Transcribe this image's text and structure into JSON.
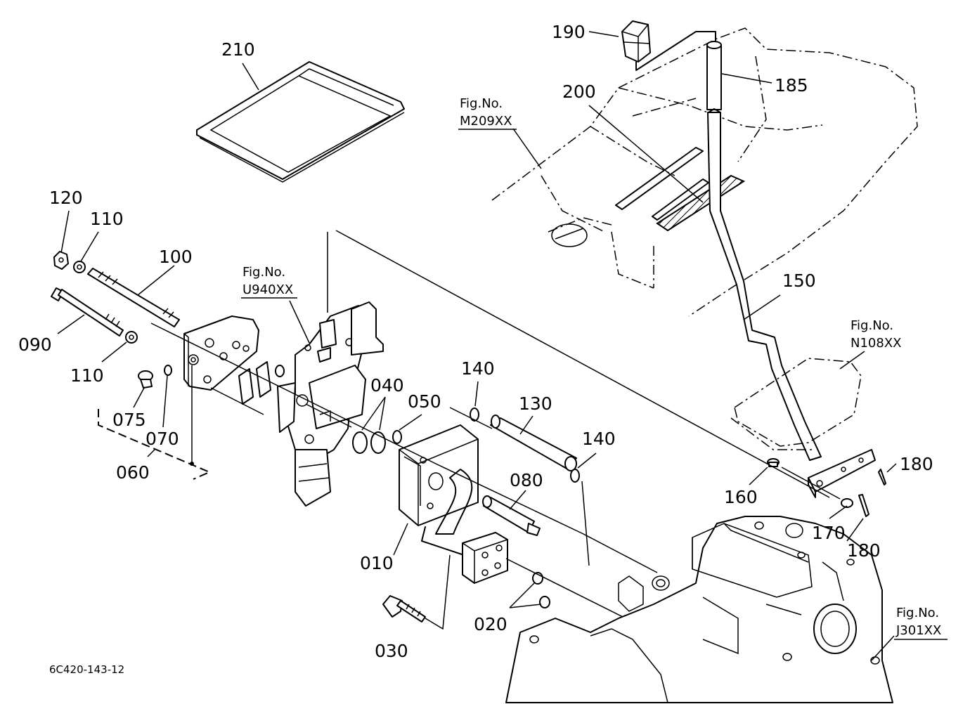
{
  "callouts": [
    {
      "id": "c210",
      "text": "210"
    },
    {
      "id": "c190",
      "text": "190"
    },
    {
      "id": "c185",
      "text": "185"
    },
    {
      "id": "c200",
      "text": "200"
    },
    {
      "id": "c120",
      "text": "120"
    },
    {
      "id": "c110a",
      "text": "110"
    },
    {
      "id": "c100",
      "text": "100"
    },
    {
      "id": "c090",
      "text": "090"
    },
    {
      "id": "c110b",
      "text": "110"
    },
    {
      "id": "c075",
      "text": "075"
    },
    {
      "id": "c070",
      "text": "070"
    },
    {
      "id": "c060",
      "text": "060"
    },
    {
      "id": "c040",
      "text": "040"
    },
    {
      "id": "c050",
      "text": "050"
    },
    {
      "id": "c140a",
      "text": "140"
    },
    {
      "id": "c130",
      "text": "130"
    },
    {
      "id": "c140b",
      "text": "140"
    },
    {
      "id": "c080",
      "text": "080"
    },
    {
      "id": "c010",
      "text": "010"
    },
    {
      "id": "c030",
      "text": "030"
    },
    {
      "id": "c020",
      "text": "020"
    },
    {
      "id": "c150",
      "text": "150"
    },
    {
      "id": "c160",
      "text": "160"
    },
    {
      "id": "c170",
      "text": "170"
    },
    {
      "id": "c180a",
      "text": "180"
    },
    {
      "id": "c180b",
      "text": "180"
    }
  ],
  "fig_refs": [
    {
      "id": "figM209",
      "label": "Fig.No.",
      "code": "M209XX"
    },
    {
      "id": "figU940",
      "label": "Fig.No.",
      "code": "U940XX"
    },
    {
      "id": "figN108",
      "label": "Fig.No.",
      "code": "N108XX"
    },
    {
      "id": "figJ301",
      "label": "Fig.No.",
      "code": "J301XX"
    }
  ],
  "drawing_code": "6C420-143-12"
}
